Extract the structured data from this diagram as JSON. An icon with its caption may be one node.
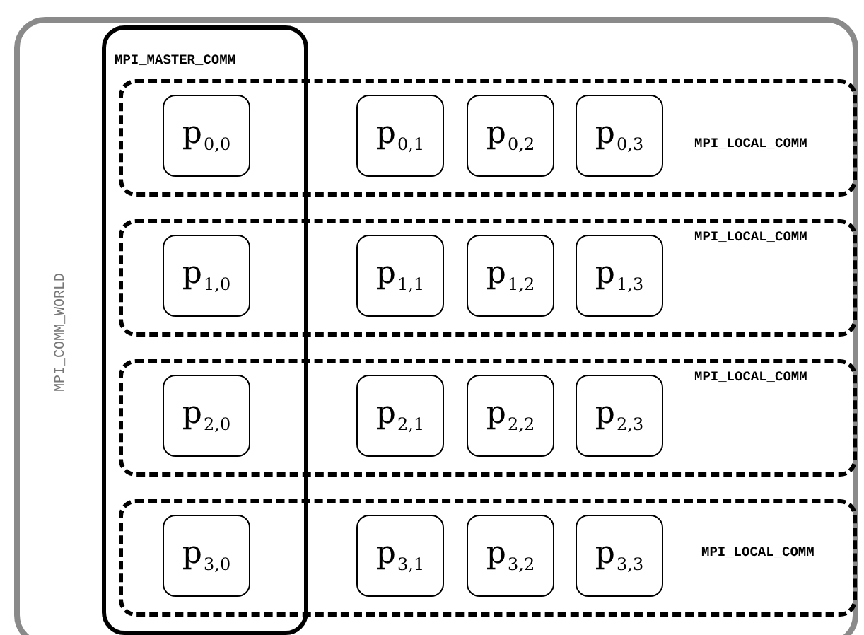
{
  "diagram": {
    "nodes": [
      {
        "text": [
          "MPI_COMM_WORLD"
        ]
      },
      {
        "text": [
          "MPI_MASTER_COMM"
        ],
        "in": 0
      },
      {
        "text": [
          "MPI_LOCAL_COMM"
        ],
        "in": 0
      },
      {
        "text": [
          "p$_{0,0}$"
        ]
      },
      {
        "text": [
          "p$_{0,1}$"
        ],
        "in": 2
      },
      {
        "text": [
          "p$_{0,2}$"
        ],
        "in": 2
      },
      {
        "text": [
          "p$_{0,3}$"
        ],
        "in": 2
      },
      {
        "text": [
          "MPI_LOCAL_COMM"
        ],
        "in": 0
      },
      {
        "text": [
          "p$_{1,0}$"
        ]
      },
      {
        "text": [
          "p$_{1,1}$"
        ],
        "in": 7
      },
      {
        "text": [
          "p$_{1,2}$"
        ],
        "in": 7
      },
      {
        "text": [
          "p$_{1,3}$"
        ],
        "in": 7
      },
      {
        "text": [
          "MPI_LOCAL_COMM"
        ],
        "in": 0
      },
      {
        "text": [
          "p$_{2,0}$"
        ]
      },
      {
        "text": [
          "p$_{2,1}$"
        ],
        "in": 12
      },
      {
        "text": [
          "p$_{2,2}$"
        ],
        "in": 12
      },
      {
        "text": [
          "p$_{2,3}$"
        ],
        "in": 12
      },
      {
        "text": [
          "MPI_LOCAL_COMM"
        ],
        "in": 0
      },
      {
        "text": [
          "p$_{3,0}$"
        ]
      },
      {
        "text": [
          "p$_{3,1}$"
        ],
        "in": 17
      },
      {
        "text": [
          "p$_{3,2}$"
        ],
        "in": 17
      },
      {
        "text": [
          "p$_{3,3}$"
        ],
        "in": 17
      }
    ]
  }
}
